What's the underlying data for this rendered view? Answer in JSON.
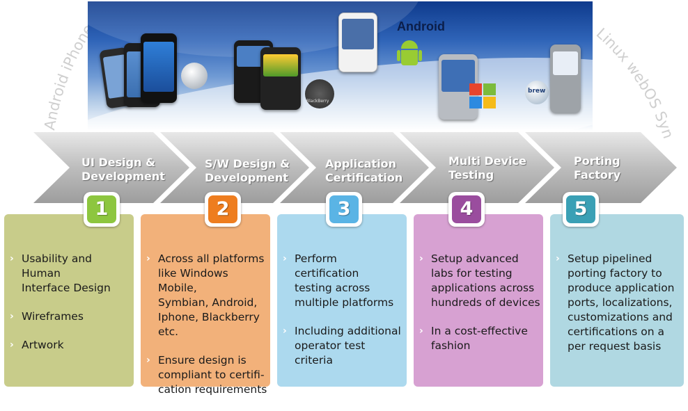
{
  "banner": {
    "title": "Android",
    "device_logos": [
      "apple-logo",
      "blackberry-logo",
      "android-robot",
      "windows-logo",
      "brew-logo"
    ],
    "blackberry_text": "BlackBerry",
    "brew_text": "brew"
  },
  "watermark": {
    "left_arc": "Android iPhone",
    "right_arc": "Linux webOS Syn"
  },
  "steps": [
    {
      "title": "UI Design &\nDevelopment",
      "number": "1",
      "color": "#8dc63f",
      "card_color": "#c8cc8a",
      "bullets": [
        "Usability and Human\nInterface Design",
        "Wireframes",
        "Artwork"
      ]
    },
    {
      "title": "S/W Design &\nDevelopment",
      "number": "2",
      "color": "#ee7d1f",
      "card_color": "#f2b17a",
      "bullets": [
        "Across all platforms\nlike Windows Mobile,\nSymbian, Android,\nIphone, Blackberry\netc.",
        "Ensure design is\ncompliant to certifi-\ncation requirements"
      ]
    },
    {
      "title": "Application\nCertification",
      "number": "3",
      "color": "#5ab4e5",
      "card_color": "#acd9ee",
      "bullets": [
        "Perform certification\ntesting across\nmultiple platforms",
        "Including additional\noperator test\ncriteria"
      ]
    },
    {
      "title": "Multi Device\nTesting",
      "number": "4",
      "color": "#9a4d9e",
      "card_color": "#d7a1d2",
      "bullets": [
        "Setup advanced\nlabs for testing\napplications across\nhundreds of devices",
        "In a cost-effective\nfashion"
      ]
    },
    {
      "title": "Porting\nFactory",
      "number": "5",
      "color": "#3aa0b5",
      "card_color": "#b0d8e2",
      "bullets": [
        "Setup pipelined\nporting factory to\nproduce application\nports, localizations,\ncustomizations and\ncertifications on a\nper request basis"
      ]
    }
  ],
  "bullet_glyph": "›"
}
